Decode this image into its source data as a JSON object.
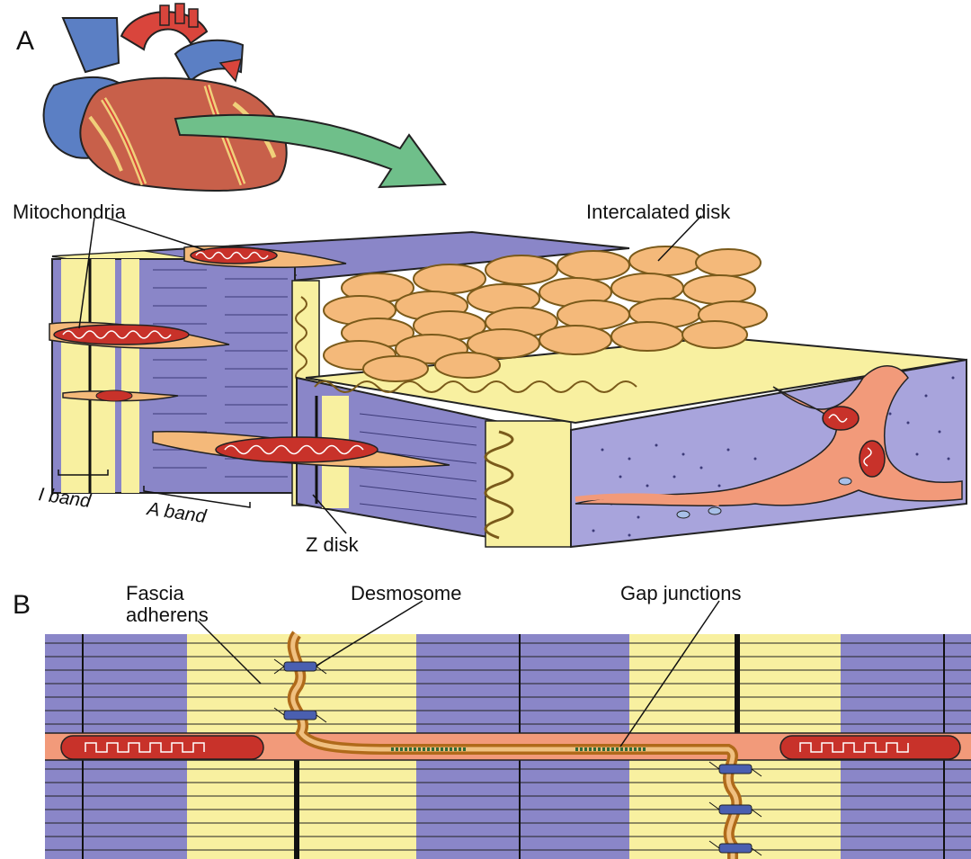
{
  "panels": {
    "a": "A",
    "b": "B"
  },
  "labels": {
    "mitochondria": "Mitochondria",
    "intercalated_disk": "Intercalated disk",
    "i_band": "I band",
    "a_band": "A band",
    "z_disk": "Z disk",
    "fascia_adherens_line1": "Fascia",
    "fascia_adherens_line2": "adherens",
    "desmosome": "Desmosome",
    "gap_junctions": "Gap junctions"
  },
  "colors": {
    "purple": "#8a86c8",
    "yellow": "#f8f0a0",
    "orange_cell": "#f4b97a",
    "salmon": "#f29a7a",
    "mito_red": "#c8322a",
    "heart_blue": "#5b7fc4",
    "heart_red": "#d9453c",
    "heart_brown": "#c8604a",
    "arrow_green": "#6fbf8a",
    "desmosome_blue": "#4a5fb0"
  }
}
